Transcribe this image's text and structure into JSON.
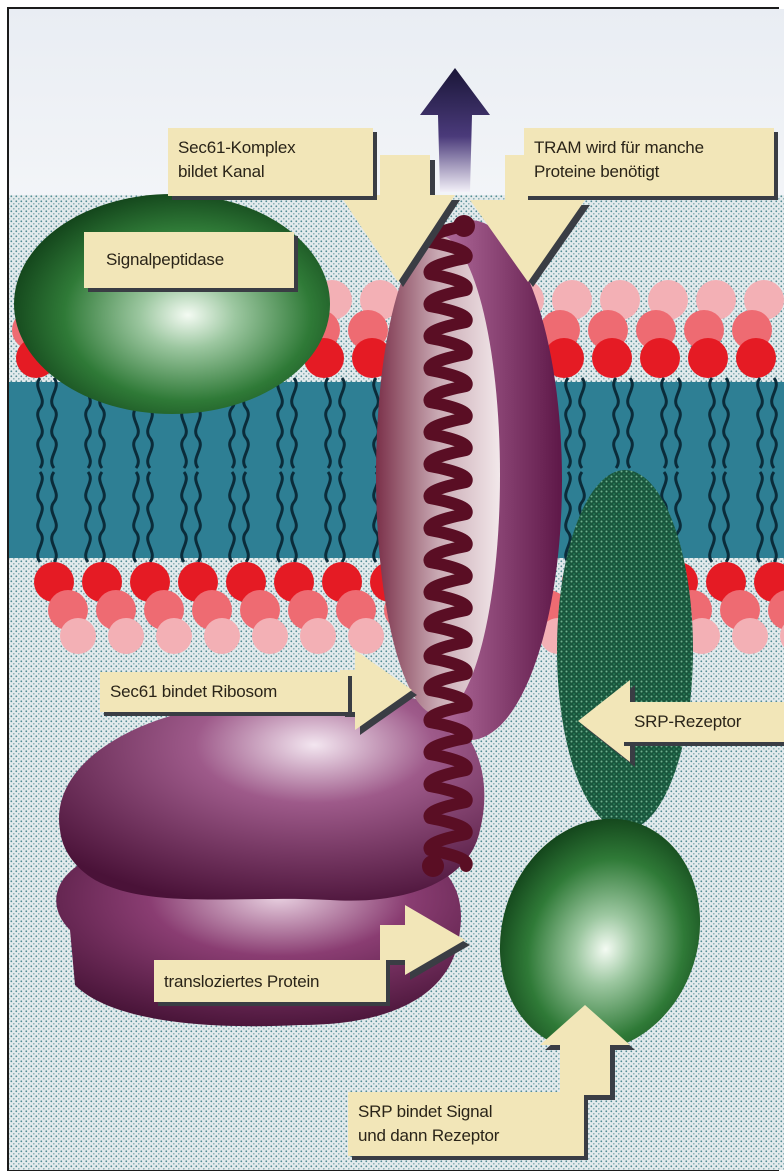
{
  "figure": {
    "labels": {
      "sec61_complex": "Sec61-Komplex\nbildet Kanal",
      "tram": "TRAM wird für manche\nProteine benötigt",
      "signalpeptidase": "Signalpeptidase",
      "sec61_ribosome": "Sec61 bindet Ribosom",
      "srp_receptor": "SRP-Rezeptor",
      "translocated_protein": "transloziertes Protein",
      "srp_binds": "SRP bindet Signal\nund dann Rezeptor"
    },
    "colors": {
      "background": "#dfe7ea",
      "cytosol_dots": "#4e8a92",
      "membrane_core": "#2e7f94",
      "lipid_head_red": "#e51b24",
      "lipid_head_pink": "#f3b0b5",
      "label_fill": "#f2e6b8",
      "arrow_shadow": "#3a3d44",
      "channel_purple": "#8c2c6e",
      "peptide_chain": "#5a0e24",
      "green_protein": "#1f6b2a",
      "srp_receptor_dots": "#1e6b4c"
    },
    "icons": [
      "export-arrow-icon"
    ]
  }
}
